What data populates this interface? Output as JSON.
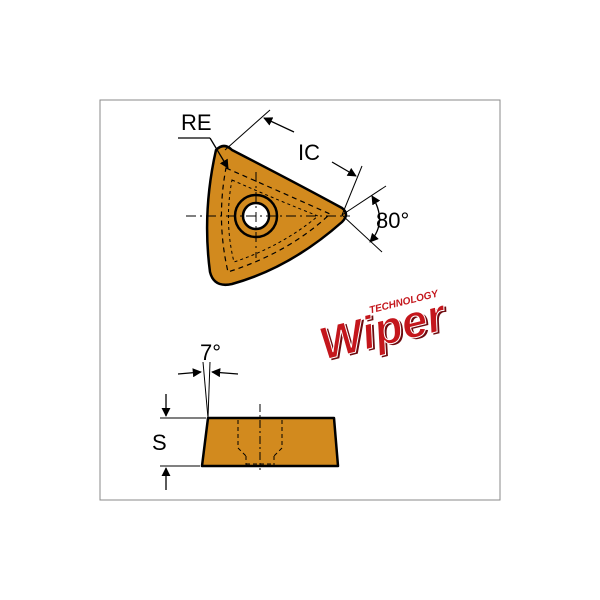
{
  "labels": {
    "corner_radius": "RE",
    "inscribed_circle": "IC",
    "insert_angle": "80°",
    "clearance_angle": "7°",
    "thickness": "S"
  },
  "logo": {
    "word": "Wiper",
    "tagline": "TECHNOLOGY"
  },
  "colors": {
    "insert_fill": "#D28A1E",
    "line": "#000000",
    "logo_red": "#C4161C",
    "frame": "#8A8A8A"
  }
}
